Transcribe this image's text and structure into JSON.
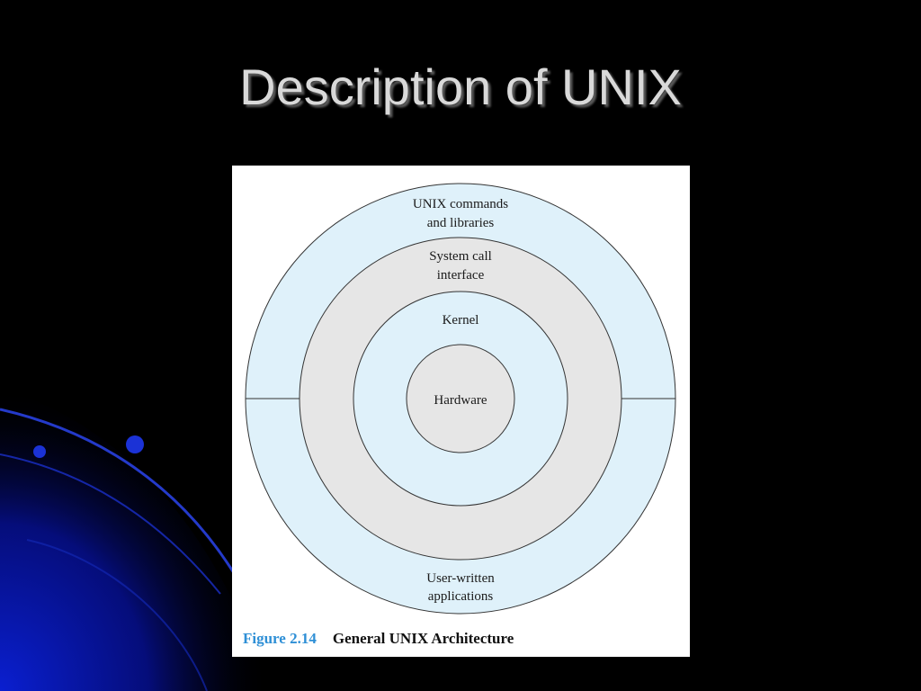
{
  "slide": {
    "title": "Description of UNIX"
  },
  "figure": {
    "layers": [
      {
        "lines": [
          "UNIX commands",
          "and libraries"
        ]
      },
      {
        "lines": [
          "System call",
          "interface"
        ]
      },
      {
        "lines": [
          "Kernel"
        ]
      },
      {
        "lines": [
          "Hardware"
        ]
      }
    ],
    "outer_bottom_lines": [
      "User-written",
      "applications"
    ],
    "caption_number": "Figure 2.14",
    "caption_text": "General UNIX Architecture"
  },
  "colors": {
    "background": "#000000",
    "title": "#d9d9d9",
    "ring_light_blue": "#dff1fa",
    "ring_gray": "#e6e6e6",
    "ring_stroke": "#333333",
    "caption_number": "#2e8fd6",
    "swoosh_blue": "#0a1fd0"
  },
  "icons": [
    "background-swoosh"
  ]
}
